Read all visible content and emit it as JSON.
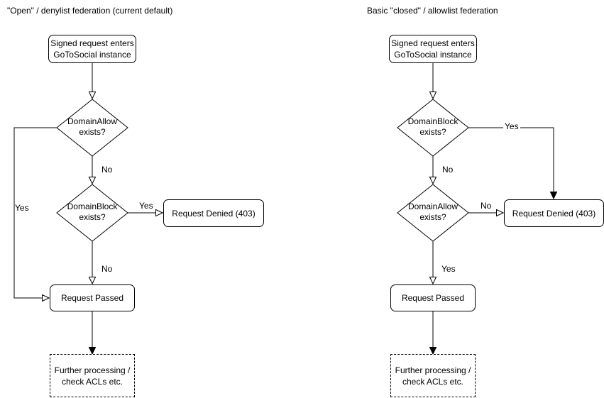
{
  "canvas": {
    "background": "#ffffff",
    "stroke_color": "#000000",
    "text_color": "#000000"
  },
  "left": {
    "title": "\"Open\" / denylist federation (current default)",
    "start_label": "Signed request enters\nGoToSocial instance",
    "decision1_label": "DomainAllow\nexists?",
    "decision1_yes_label": "Yes",
    "decision1_no_label": "No",
    "decision2_label": "DomainBlock\nexists?",
    "decision2_yes_label": "Yes",
    "decision2_no_label": "No",
    "denied_label": "Request Denied (403)",
    "passed_label": "Request Passed",
    "further_label": "Further processing /\ncheck ACLs etc."
  },
  "right": {
    "title": "Basic \"closed\" / allowlist federation",
    "start_label": "Signed request enters\nGoToSocial instance",
    "decision1_label": "DomainBlock\nexists?",
    "decision1_yes_label": "Yes",
    "decision1_no_label": "No",
    "decision2_label": "DomainAllow\nexists?",
    "decision2_no_label": "No",
    "decision2_yes_label": "Yes",
    "denied_label": "Request Denied (403)",
    "passed_label": "Request Passed",
    "further_label": "Further processing /\ncheck ACLs etc."
  }
}
